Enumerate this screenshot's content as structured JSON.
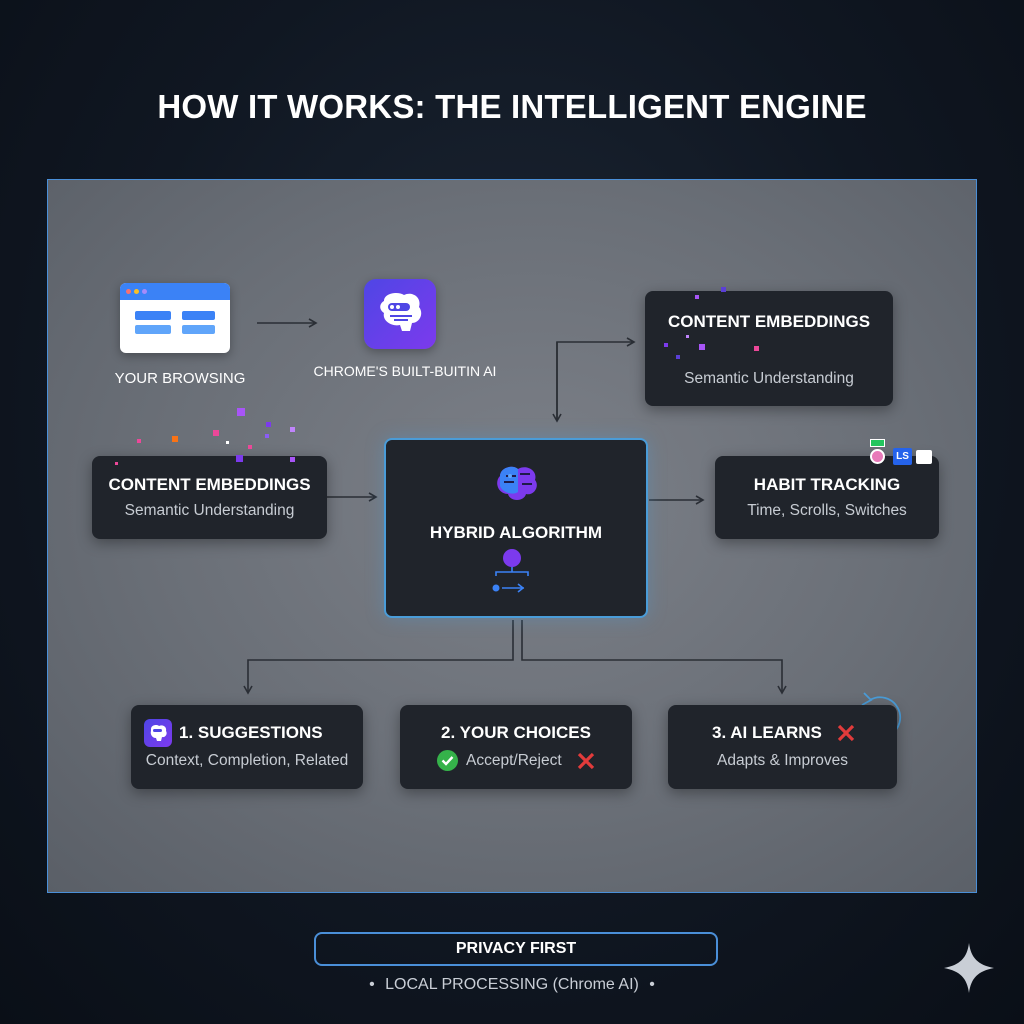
{
  "title": "HOW IT WORKS: THE INTELLIGENT ENGINE",
  "nodes": {
    "browsing": {
      "label": "YOUR BROWSING",
      "icon": "browser-window-icon"
    },
    "chrome_ai": {
      "label": "CHROME'S BUILT-BUITIN AI",
      "icon": "ai-brain-chip-icon"
    },
    "embeddings_top": {
      "title": "CONTENT EMBEDDINGS",
      "subtitle": "Semantic Understanding"
    },
    "embeddings_left": {
      "title": "CONTENT EMBEDDINGS",
      "subtitle": "Semantic Understanding"
    },
    "hybrid": {
      "title": "HYBRID ALGORITHM",
      "icon": "brain-icon"
    },
    "habit": {
      "title": "HABIT TRACKING",
      "subtitle": "Time, Scrolls, Switches",
      "badge": "LS"
    },
    "suggestions": {
      "title": "1. SUGGESTIONS",
      "subtitle": "Context, Completion, Related"
    },
    "choices": {
      "title": "2. YOUR CHOICES",
      "subtitle": "Accept/Reject"
    },
    "learns": {
      "title": "3. AI LEARNS",
      "subtitle": "Adapts & Improves"
    }
  },
  "footer": {
    "privacy": "PRIVACY FIRST",
    "local": "LOCAL PROCESSING (Chrome AI)",
    "bullet": "•"
  },
  "colors": {
    "accent_blue": "#4a8fd8",
    "check_green": "#35b24a",
    "cross_red": "#e23b3b",
    "purple": "#7c3aed"
  }
}
